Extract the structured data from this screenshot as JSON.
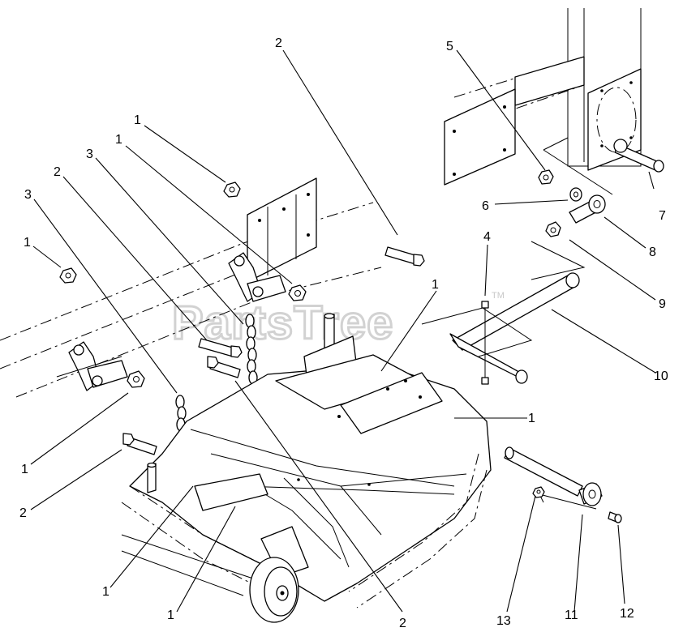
{
  "watermark": {
    "text": "PartsTree",
    "trademark": "TM"
  },
  "callouts": [
    {
      "id": "c01",
      "label": "2"
    },
    {
      "id": "c02",
      "label": "5"
    },
    {
      "id": "c03",
      "label": "1"
    },
    {
      "id": "c04",
      "label": "1"
    },
    {
      "id": "c05",
      "label": "3"
    },
    {
      "id": "c06",
      "label": "2"
    },
    {
      "id": "c07",
      "label": "3"
    },
    {
      "id": "c08",
      "label": "1"
    },
    {
      "id": "c09",
      "label": "6"
    },
    {
      "id": "c10",
      "label": "7"
    },
    {
      "id": "c11",
      "label": "4"
    },
    {
      "id": "c12",
      "label": "8"
    },
    {
      "id": "c13",
      "label": "9"
    },
    {
      "id": "c14",
      "label": "1"
    },
    {
      "id": "c15",
      "label": "10"
    },
    {
      "id": "c16",
      "label": "1"
    },
    {
      "id": "c17",
      "label": "1"
    },
    {
      "id": "c18",
      "label": "2"
    },
    {
      "id": "c19",
      "label": "1"
    },
    {
      "id": "c20",
      "label": "1"
    },
    {
      "id": "c21",
      "label": "2"
    },
    {
      "id": "c22",
      "label": "13"
    },
    {
      "id": "c23",
      "label": "11"
    },
    {
      "id": "c24",
      "label": "12"
    }
  ]
}
